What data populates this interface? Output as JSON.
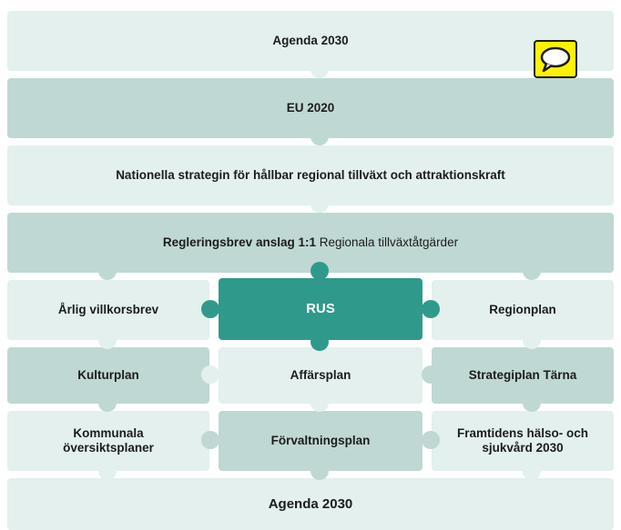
{
  "top": {
    "agenda_top": "Agenda 2030",
    "eu": "EU 2020",
    "national": "Nationella strategin för hållbar regional tillväxt och attraktionskraft"
  },
  "regleringsbrev": {
    "bold": "Regleringsbrev anslag 1:1",
    "rest": " Regionala tillväxtåtgärder"
  },
  "grid": {
    "row1": {
      "left": "Årlig villkorsbrev",
      "center": "RUS",
      "right": "Regionplan"
    },
    "row2": {
      "left": "Kulturplan",
      "center": "Affärsplan",
      "right": "Strategiplan Tärna"
    },
    "row3": {
      "left": "Kommunala översiktsplaner",
      "center": "Förvaltningsplan",
      "right": "Framtidens hälso- och sjukvård 2030"
    }
  },
  "bottom": {
    "agenda_bottom": "Agenda 2030"
  },
  "comment_icon": "speech-bubble-icon",
  "colors": {
    "light": "#e3f0ed",
    "mid": "#bfd8d3",
    "accent": "#2f9a8c",
    "comment": "#fff200"
  }
}
